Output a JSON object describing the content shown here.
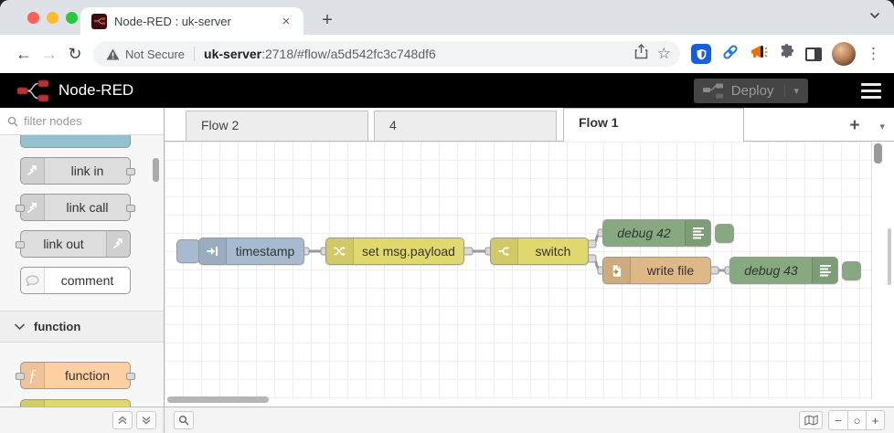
{
  "browser": {
    "tab_title": "Node-RED : uk-server",
    "close_tab_glyph": "×",
    "new_tab_glyph": "+",
    "back_glyph": "←",
    "forward_glyph": "→",
    "reload_glyph": "↻",
    "security_label": "Not Secure",
    "url_host": "uk-server",
    "url_rest": ":2718/#flow/a5d542fc3c748df6",
    "star_glyph": "☆",
    "menu_glyph": "⋮"
  },
  "nr_header": {
    "app_title": "Node-RED",
    "deploy_label": "Deploy",
    "deploy_caret": "▾"
  },
  "palette": {
    "filter_placeholder": "filter nodes",
    "category_function": "function",
    "items": [
      {
        "label": "link in"
      },
      {
        "label": "link call"
      },
      {
        "label": "link out"
      },
      {
        "label": "comment"
      },
      {
        "label": "function"
      }
    ]
  },
  "flow_tabs": [
    {
      "label": "Flow 2",
      "active": false
    },
    {
      "label": "4",
      "active": false
    },
    {
      "label": "Flow 1",
      "active": true
    }
  ],
  "tab_actions": {
    "add_glyph": "+",
    "menu_glyph": "▾"
  },
  "flow_nodes": [
    {
      "type": "inject",
      "label": "timestamp",
      "color": "#a6bbcf"
    },
    {
      "type": "change",
      "label": "set msg.payload",
      "color": "#e2d96e"
    },
    {
      "type": "switch",
      "label": "switch",
      "color": "#e2d96e"
    },
    {
      "type": "debug",
      "label": "debug 42",
      "color": "#87a980"
    },
    {
      "type": "file",
      "label": "write file",
      "color": "#deb887"
    },
    {
      "type": "debug",
      "label": "debug 43",
      "color": "#87a980"
    }
  ],
  "footer": {
    "minus_glyph": "−",
    "reset_glyph": "○",
    "plus_glyph": "+"
  },
  "colors": {
    "traffic_red": "#fe5f57",
    "traffic_yellow": "#febb2e",
    "traffic_green": "#27c93f",
    "nr_brand_red": "#ad1625",
    "inject": "#a6bbcf",
    "change_switch": "#e2d96e",
    "debug": "#87a980",
    "file": "#deb887",
    "link": "#dddddd",
    "status": "#94c1d0",
    "function_node": "#fdd0a2",
    "wire": "#999999",
    "port": "#d9d9d9"
  },
  "function_glyph": "ƒ"
}
